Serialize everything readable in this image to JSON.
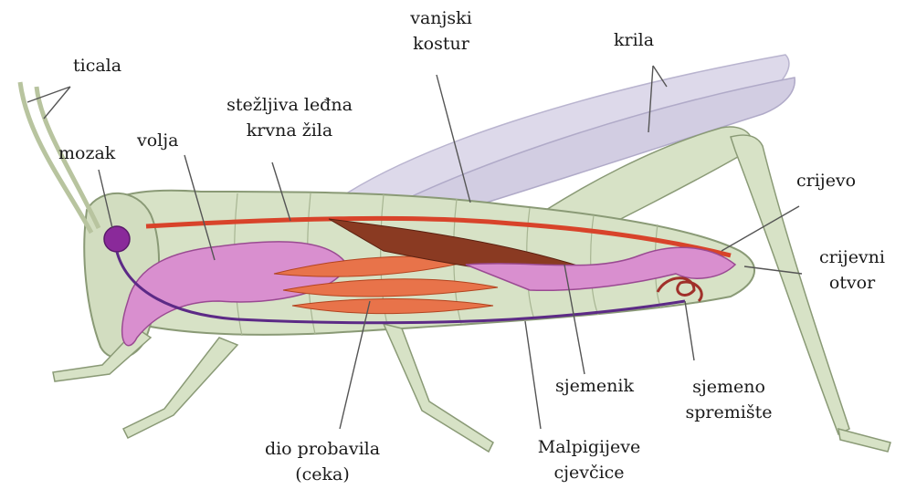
{
  "labels": {
    "ticala": "ticala",
    "mozak": "mozak",
    "volja": "volja",
    "dorsal_vessel_1": "stežljiva leđna",
    "dorsal_vessel_2": "krvna žila",
    "exoskeleton_1": "vanjski",
    "exoskeleton_2": "kostur",
    "krila": "krila",
    "crijevo": "crijevo",
    "anus_1": "crijevni",
    "anus_2": "otvor",
    "sjemenik": "sjemenik",
    "seminal_vesicle_1": "sjemeno",
    "seminal_vesicle_2": "spremište",
    "caeca_1": "dio  probavila",
    "caeca_2": "(ceka)",
    "malpighian_1": "Malpigijeve",
    "malpighian_2": "cjevčice"
  },
  "colors": {
    "body_fill": "#d7e2c6",
    "body_stroke": "#8a9a76",
    "wing_fill": "#d6d3e4",
    "crop": "#d98fcf",
    "brain": "#8a2a9a",
    "nerve_cord": "#5c2a86",
    "dorsal_vessel": "#d8432a",
    "caeca": "#e8734a",
    "testis": "#8a3a22",
    "leader_line": "#555555"
  }
}
